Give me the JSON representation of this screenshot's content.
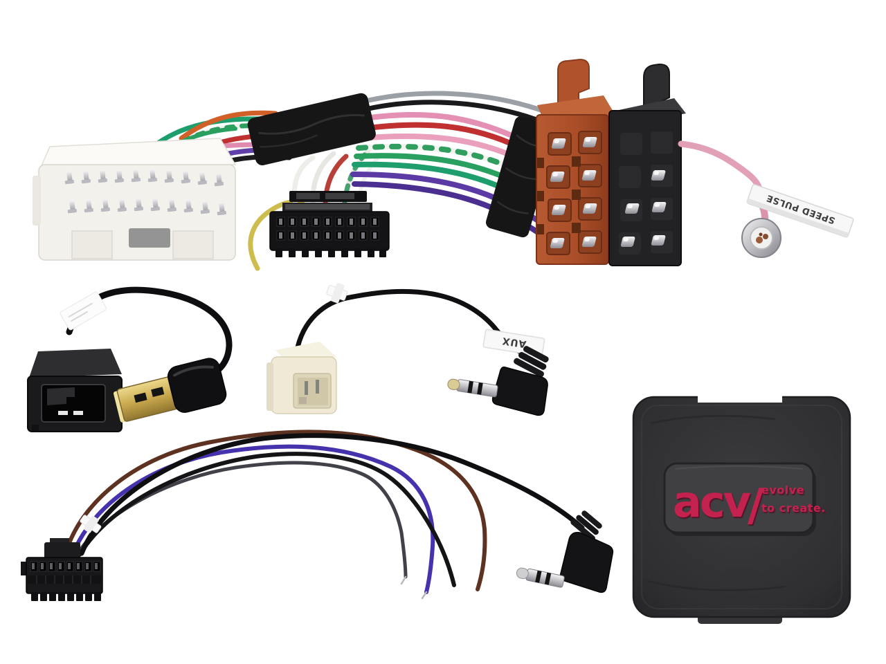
{
  "image": {
    "type": "product-photo",
    "subject": "Car stereo ISO adapter wiring kit with USB / AUX retention cables and steering-wheel-control interface box"
  },
  "labels": {
    "speed_pulse_flag": "SPEED PULSE",
    "aux_flag": "AUX"
  },
  "interface_box": {
    "brand": "acv",
    "brand_slash": "/",
    "tagline_line1": "evolve",
    "tagline_line2": "to create."
  },
  "colors": {
    "background": "#ffffff",
    "iso_connector_orange": "#a94d28",
    "iso_connector_black": "#232325",
    "vehicle_connector_white": "#f3f1ec",
    "speed_pulse_wire_pink": "#e2a0b6",
    "acv_brand_red": "#c2224e",
    "module_box_charcoal": "#313133"
  }
}
